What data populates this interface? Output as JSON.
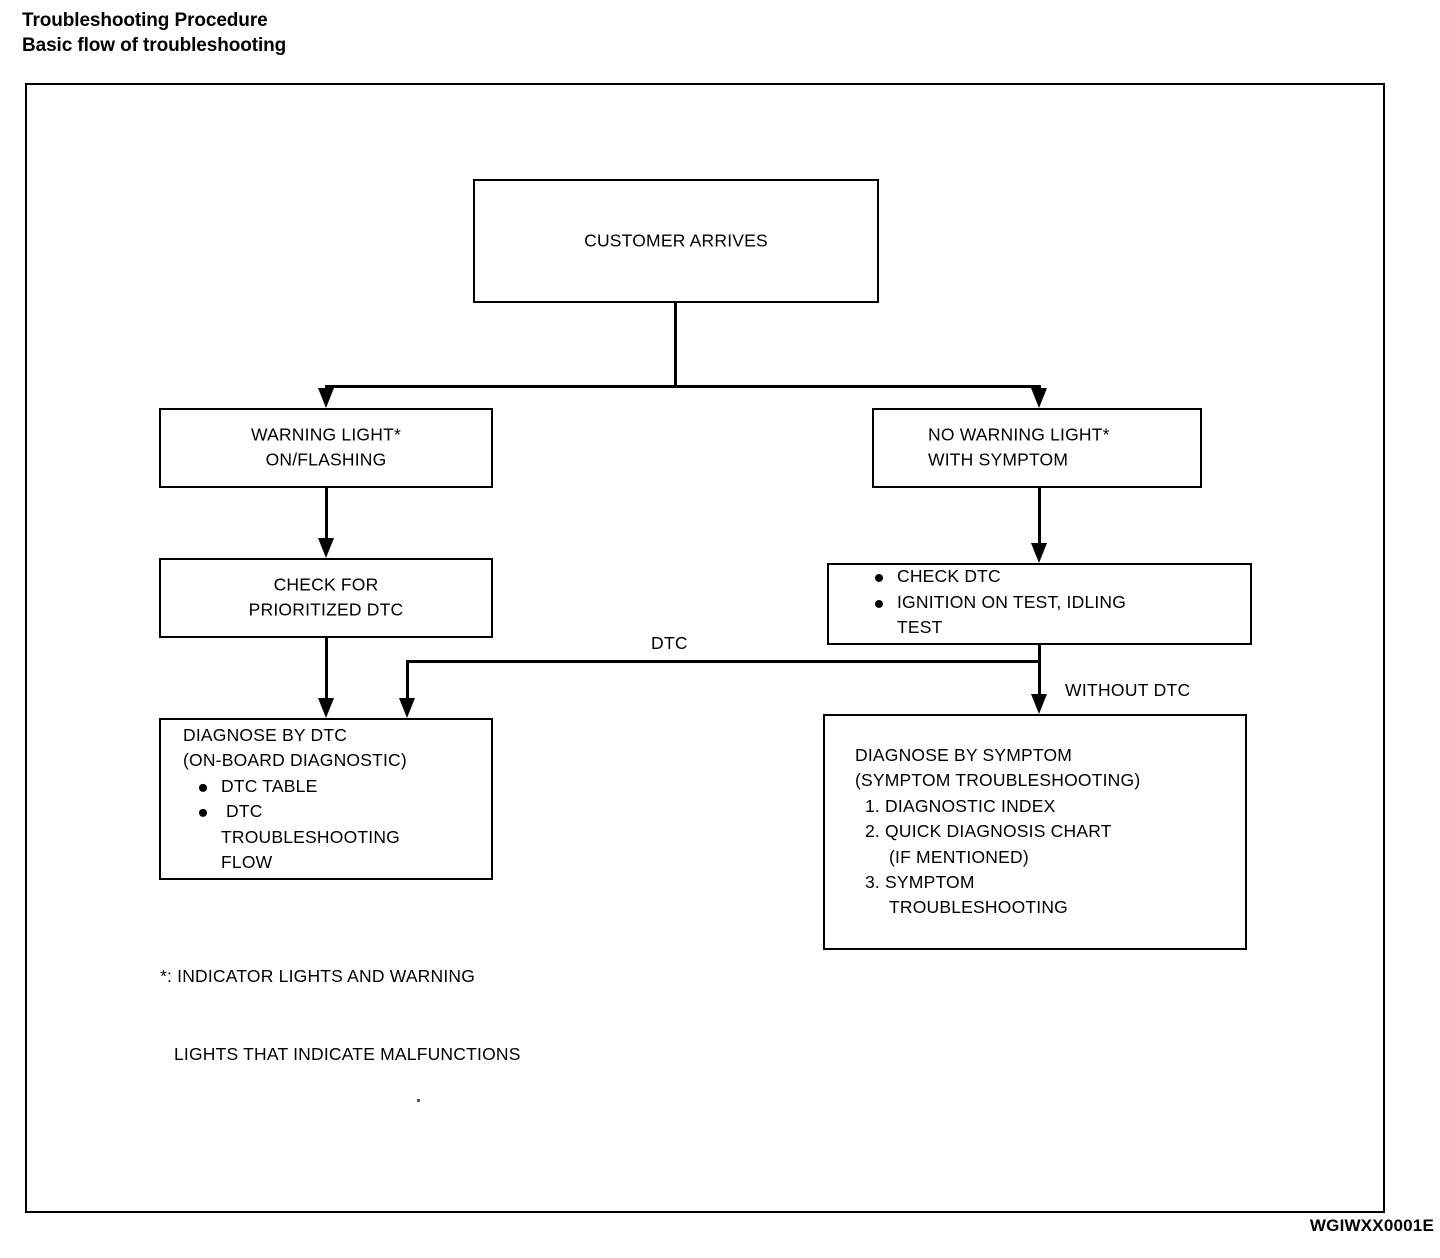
{
  "document": {
    "title_line1": "Troubleshooting Procedure",
    "title_line2": "Basic flow of troubleshooting",
    "reference_code": "WGIWXX0001E"
  },
  "colors": {
    "ink": "#000000",
    "paper": "#ffffff"
  },
  "chart_data": {
    "type": "diagram",
    "title": "Basic flow of troubleshooting",
    "nodes": [
      {
        "id": "customer-arrives",
        "label": "CUSTOMER ARRIVES"
      },
      {
        "id": "warning-light",
        "label": "WARNING LIGHT* ON/FLASHING"
      },
      {
        "id": "no-warning-light",
        "label": "NO WARNING LIGHT* WITH SYMPTOM"
      },
      {
        "id": "check-prioritized-dtc",
        "label": "CHECK FOR PRIORITIZED DTC"
      },
      {
        "id": "check-dtc",
        "label": "CHECK DTC / IGNITION ON TEST, IDLING TEST"
      },
      {
        "id": "diagnose-by-dtc",
        "label": "DIAGNOSE BY DTC (ON-BOARD DIAGNOSTIC)"
      },
      {
        "id": "diagnose-by-symptom",
        "label": "DIAGNOSE BY SYMPTOM (SYMPTOM TROUBLESHOOTING)"
      }
    ],
    "edges": [
      {
        "from": "customer-arrives",
        "to": "warning-light",
        "label": ""
      },
      {
        "from": "customer-arrives",
        "to": "no-warning-light",
        "label": ""
      },
      {
        "from": "warning-light",
        "to": "check-prioritized-dtc",
        "label": ""
      },
      {
        "from": "no-warning-light",
        "to": "check-dtc",
        "label": ""
      },
      {
        "from": "check-prioritized-dtc",
        "to": "diagnose-by-dtc",
        "label": ""
      },
      {
        "from": "check-dtc",
        "to": "diagnose-by-dtc",
        "label": "DTC"
      },
      {
        "from": "check-dtc",
        "to": "diagnose-by-symptom",
        "label": "WITHOUT DTC"
      }
    ]
  },
  "nodes": {
    "customer_arrives": {
      "line1": "CUSTOMER ARRIVES"
    },
    "warning_light": {
      "line1": "WARNING LIGHT*",
      "line2": "ON/FLASHING"
    },
    "no_warning_light": {
      "line1": "NO WARNING LIGHT*",
      "line2": "WITH SYMPTOM"
    },
    "check_prioritized_dtc": {
      "line1": "CHECK FOR",
      "line2": "PRIORITIZED DTC"
    },
    "check_dtc": {
      "bullet1": "CHECK DTC",
      "bullet2": "IGNITION ON TEST, IDLING",
      "bullet2_cont": "TEST"
    },
    "diagnose_by_dtc": {
      "line1": "DIAGNOSE BY DTC",
      "line2": "(ON-BOARD DIAGNOSTIC)",
      "bullet1": "DTC TABLE",
      "bullet2": " DTC",
      "bullet2_cont1": "TROUBLESHOOTING",
      "bullet2_cont2": "FLOW"
    },
    "diagnose_by_symptom": {
      "line1": "DIAGNOSE BY SYMPTOM",
      "line2": "(SYMPTOM TROUBLESHOOTING)",
      "item1": "1. DIAGNOSTIC INDEX",
      "item2": "2. QUICK DIAGNOSIS CHART",
      "item2_cont": "(IF MENTIONED)",
      "item3": "3. SYMPTOM",
      "item3_cont": "TROUBLESHOOTING"
    }
  },
  "edge_labels": {
    "dtc": "DTC",
    "without_dtc": "WITHOUT DTC"
  },
  "footnote": {
    "line1": "*: INDICATOR LIGHTS AND WARNING",
    "line2": "LIGHTS THAT INDICATE MALFUNCTIONS"
  }
}
